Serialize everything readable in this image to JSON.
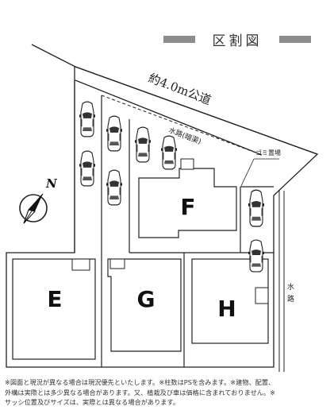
{
  "title": "区割図",
  "road_label": "約4.0m公道",
  "waterway_label": "水路(暗渠)",
  "garbage_label": "ゴミ置場",
  "waterway_side_label": "水路",
  "north_label": "N",
  "lots": [
    {
      "id": "F",
      "label": "F"
    },
    {
      "id": "E",
      "label": "E"
    },
    {
      "id": "G",
      "label": "G"
    },
    {
      "id": "H",
      "label": "H"
    }
  ],
  "icons": {
    "north": "north-arrow-icon",
    "car": "car-icon"
  },
  "colors": {
    "line": "#222222",
    "title_bar": "#8c8c8c"
  },
  "notes": [
    "※図面と現況が異なる場合は現況優先といたします。※柱数はPSを含みます。※建物、配置、",
    "外構は実際とは多少異なる場合があります。又、植栽及び車は価格に含まれておりません。※",
    "サッシ位置及びサイズは、実際とは異なる場合があります。"
  ]
}
